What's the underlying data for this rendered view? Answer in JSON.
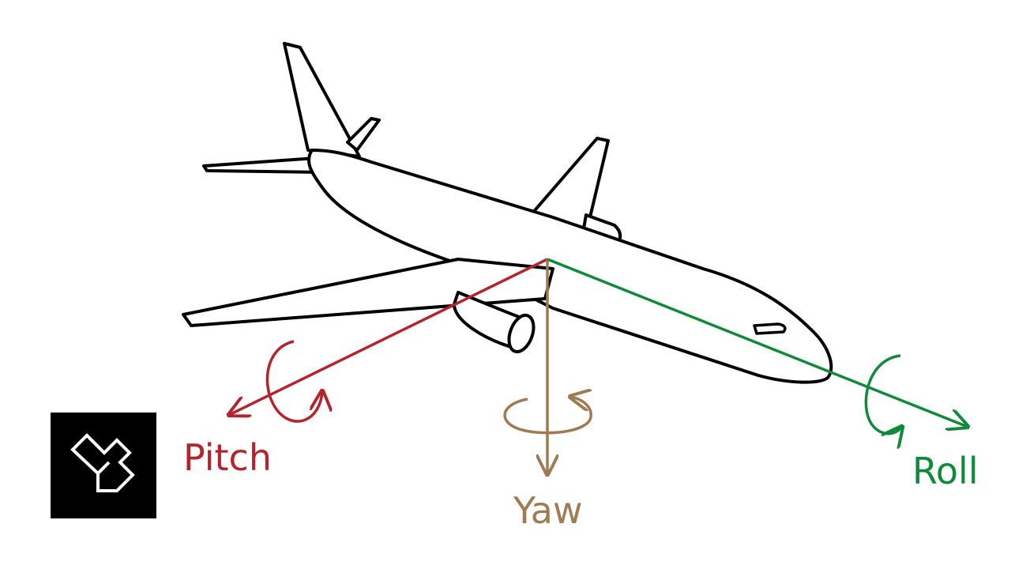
{
  "diagram": {
    "labels": {
      "pitch": "Pitch",
      "yaw": "Yaw",
      "roll": "Roll"
    },
    "colors": {
      "pitch": "#b5232e",
      "yaw": "#a07b52",
      "roll": "#0f8a3a",
      "outline": "#000000",
      "background": "#ffffff",
      "logo_bg": "#000000",
      "logo_fg": "#ffffff"
    },
    "icons": {
      "aircraft": "airplane-outline-icon",
      "rotation": "circular-arrow-icon",
      "logo": "yb-logo-icon"
    }
  }
}
